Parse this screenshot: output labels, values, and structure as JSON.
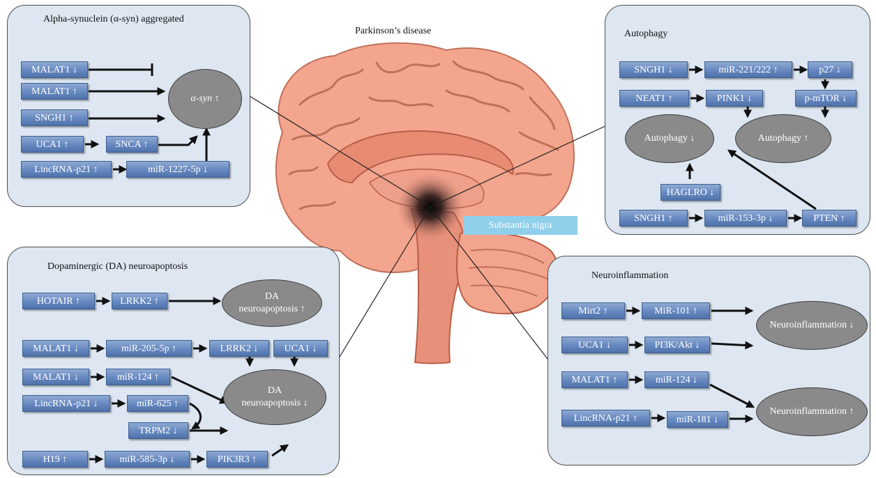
{
  "title": "Parkinson’s disease",
  "brain_label": "Substantia nigra",
  "panels": {
    "asyn": {
      "title": "Alpha-synuclein (α-syn) aggregated",
      "nodes": [
        "MALAT1 ↓",
        "MALAT1 ↑",
        "SNGH1 ↑",
        "UCA1 ↑",
        "SNCA ↑",
        "LincRNA-p21 ↑",
        "miR-1227-5p ↓"
      ],
      "oval": "α-syn ↑"
    },
    "autophagy": {
      "title": "Autophagy",
      "nodes": [
        "SNGH1 ↓",
        "miR-221/222 ↑",
        "p27 ↓",
        "NEAT1 ↑",
        "PINK1 ↓",
        "p-mTOR ↓",
        "HAGLRO ↓",
        "SNGH1 ↑",
        "miR-153-3p ↓",
        "PTEN ↑"
      ],
      "oval_down": "Autophagy ↓",
      "oval_up": "Autophagy ↑"
    },
    "da": {
      "title": "Dopaminergic (DA) neuroapoptosis",
      "nodes": [
        "HOTAIR ↑",
        "LRKK2 ↑",
        "MALAT1 ↓",
        "miR-205-5p ↑",
        "LRRK2 ↓",
        "UCA1 ↓",
        "MALAT1 ↓",
        "miR-124 ↑",
        "LincRNA-p21 ↓",
        "miR-625 ↑",
        "TRPM2 ↓",
        "H19 ↑",
        "miR-585-3p ↓",
        "PIK3R3 ↑"
      ],
      "oval_up_line1": "DA",
      "oval_up_line2": "neuroapoptosis ↑",
      "oval_down_line1": "DA",
      "oval_down_line2": "neuroapoptosis ↓"
    },
    "neuro": {
      "title": "Neuroinflammation",
      "nodes": [
        "Mirt2 ↑",
        "MiR-101 ↑",
        "UCA1 ↓",
        "PI3K/Akt ↓",
        "MALAT1 ↑",
        "miR-124 ↓",
        "LincRNA-p21 ↑",
        "miR-181 ↓"
      ],
      "oval_down": "Neuroinflammation ↓",
      "oval_up": "Neuroinflammation ↑"
    }
  },
  "colors": {
    "panel_bg": "#dde6f1",
    "box": "#6688c0",
    "oval": "#8a8a8a",
    "brain": "#f4a58d",
    "label_bg": "#8fcfea"
  }
}
